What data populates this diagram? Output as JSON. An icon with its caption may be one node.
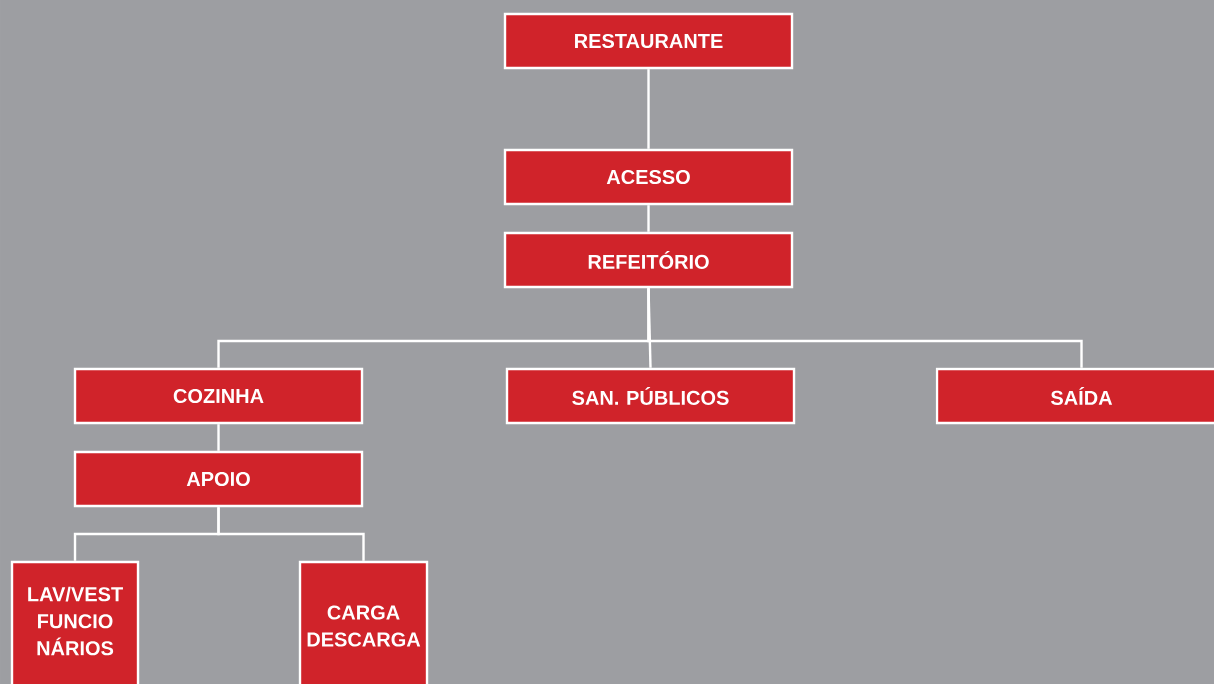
{
  "diagram": {
    "nodes": [
      {
        "text": [
          "RESTAURANTE"
        ]
      },
      {
        "text": [
          "ACESSO"
        ]
      },
      {
        "text": [
          "REFEITÓRIO"
        ]
      },
      {
        "text": [
          "COZINHA"
        ]
      },
      {
        "text": [
          "SAN. PÚBLICOS"
        ]
      },
      {
        "text": [
          "SAÍDA"
        ]
      },
      {
        "text": [
          "APOIO"
        ]
      },
      {
        "text": [
          "LAV/VEST FUNCIO NÁRIOS"
        ]
      },
      {
        "text": [
          "CARGA DESCARGA"
        ]
      }
    ],
    "edges": [
      {
        "from": 0,
        "to": 1,
        "arrow": "none"
      },
      {
        "from": 1,
        "to": 2,
        "arrow": "none"
      },
      {
        "from": 2,
        "to": 3,
        "arrow": "none"
      },
      {
        "from": 2,
        "to": 4,
        "arrow": "none"
      },
      {
        "from": 2,
        "to": 5,
        "arrow": "none"
      },
      {
        "from": 3,
        "to": 6,
        "arrow": "none"
      },
      {
        "from": 6,
        "to": 7,
        "arrow": "none"
      },
      {
        "from": 6,
        "to": 8,
        "arrow": "none"
      }
    ]
  }
}
